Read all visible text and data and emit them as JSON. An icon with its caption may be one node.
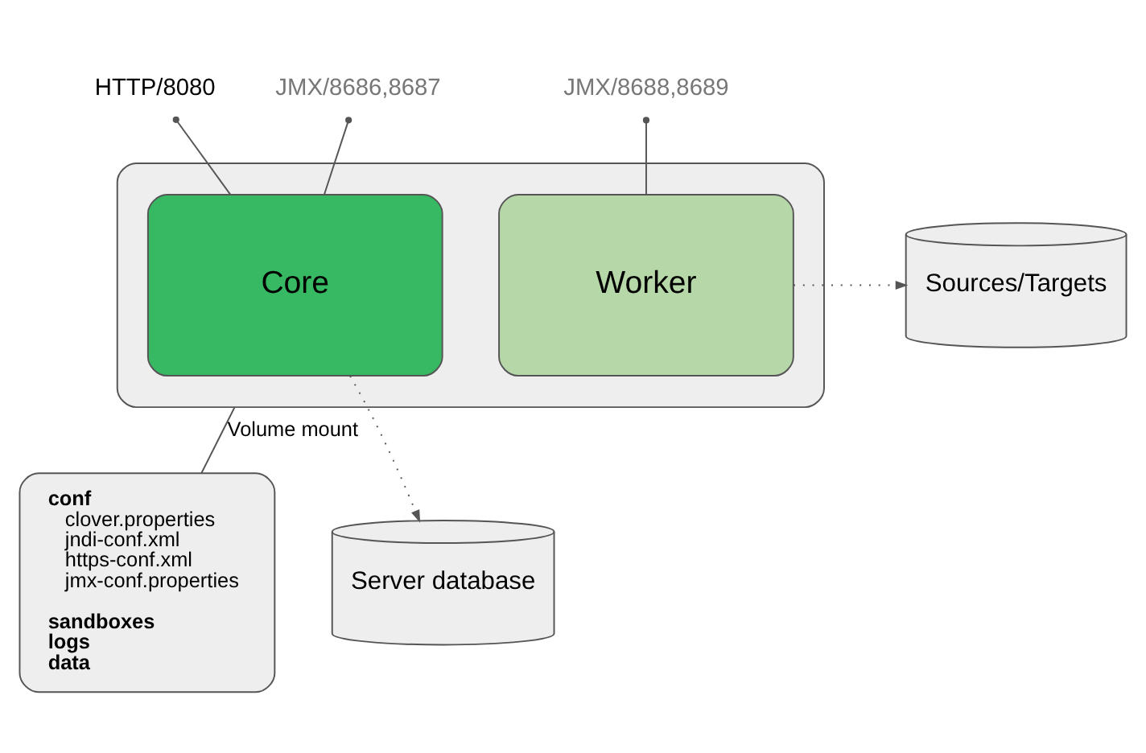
{
  "diagram": {
    "nodes": [
      {
        "text": [
          "HTTP/8080"
        ]
      },
      {
        "text": [
          "JMX/8686,8687"
        ]
      },
      {
        "text": [
          "JMX/8688,8689"
        ]
      },
      {
        "text": [],
        "shape": "box"
      },
      {
        "text": [
          "Core"
        ],
        "in": 3
      },
      {
        "text": [
          "Worker"
        ],
        "in": 3
      },
      {
        "text": [
          "Sources/Targets"
        ]
      },
      {
        "text": [
          "conf",
          "clover.properties",
          "jndi-conf.xml",
          "https-conf.xml",
          "jmx-conf.properties",
          "sandboxes",
          "logs",
          "data"
        ]
      },
      {
        "text": [
          "Server database"
        ]
      }
    ],
    "edges": [
      {
        "from": 0,
        "to": 4,
        "arrow": "other"
      },
      {
        "from": 1,
        "to": 4,
        "arrow": "other"
      },
      {
        "from": 2,
        "to": 5,
        "arrow": "other"
      },
      {
        "from": 5,
        "to": 6,
        "arrow": "to",
        "style": "dashed"
      },
      {
        "from": 3,
        "to": 7,
        "arrow": "none",
        "label": "Volume mount"
      },
      {
        "from": 4,
        "to": 8,
        "arrow": "to",
        "style": "dashed"
      }
    ]
  }
}
